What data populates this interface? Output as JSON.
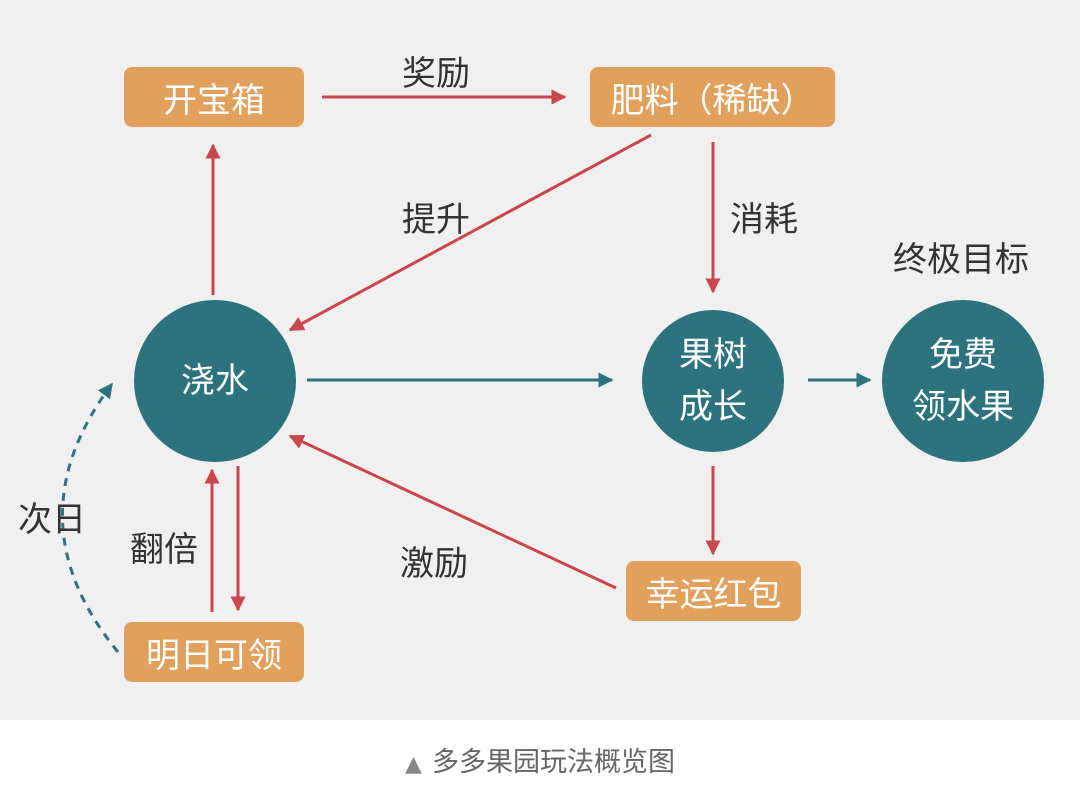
{
  "nodes": {
    "treasure_box": "开宝箱",
    "fertilizer": "肥料（稀缺）",
    "water": "浇水",
    "tree_grow_l1": "果树",
    "tree_grow_l2": "成长",
    "free_fruit_l1": "免费",
    "free_fruit_l2": "领水果",
    "lucky_redpacket": "幸运红包",
    "claim_tomorrow": "明日可领"
  },
  "labels": {
    "reward": "奖励",
    "boost": "提升",
    "consume": "消耗",
    "ultimate_goal": "终极目标",
    "next_day": "次日",
    "double": "翻倍",
    "incentive": "激励"
  },
  "caption": {
    "triangle": "▲",
    "text": "多多果园玩法概览图"
  },
  "colors": {
    "box": "#e2a05d",
    "circle": "#2c737d",
    "red_arrow": "#c8464c",
    "teal_arrow": "#2c737d",
    "background": "#f0f0f0"
  }
}
